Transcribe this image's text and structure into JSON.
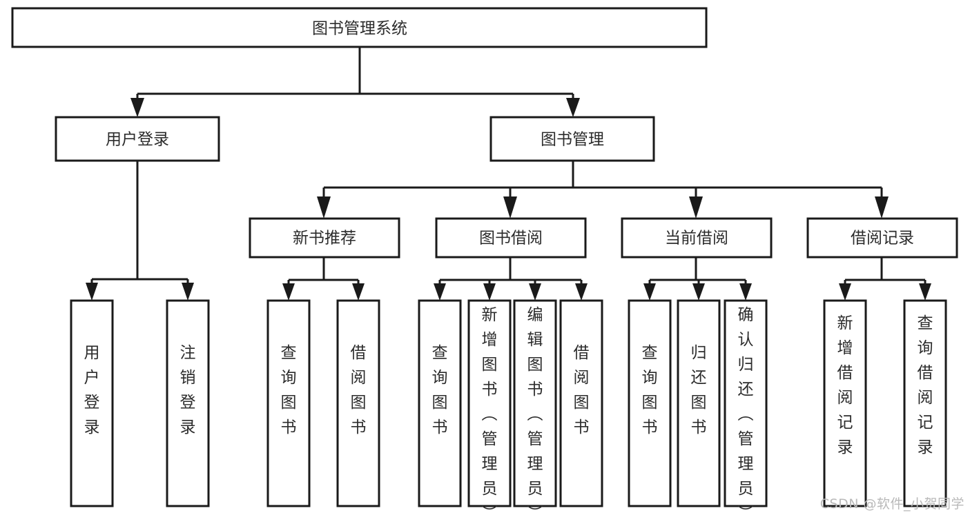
{
  "diagram": {
    "title": "图书管理系统",
    "type": "tree-hierarchy",
    "watermark": "CSDN @软件_小贺同学",
    "colors": {
      "stroke": "#1a1a1a",
      "fill": "#ffffff",
      "text": "#2b2b2b",
      "watermark": "#b9b9b9"
    },
    "levels": {
      "root": {
        "label": "图书管理系统"
      },
      "level2": [
        {
          "id": "user-login",
          "label": "用户登录"
        },
        {
          "id": "book-manage",
          "label": "图书管理"
        }
      ],
      "level3": [
        {
          "id": "new-book-rec",
          "label": "新书推荐",
          "parent": "book-manage"
        },
        {
          "id": "book-borrow",
          "label": "图书借阅",
          "parent": "book-manage"
        },
        {
          "id": "current-borrow",
          "label": "当前借阅",
          "parent": "book-manage"
        },
        {
          "id": "borrow-record",
          "label": "借阅记录",
          "parent": "book-manage"
        }
      ],
      "leaves": [
        {
          "id": "leaf-user-login",
          "label": "用户登录",
          "parent": "user-login"
        },
        {
          "id": "leaf-logout",
          "label": "注销登录",
          "parent": "user-login"
        },
        {
          "id": "leaf-query-book-1",
          "label": "查询图书",
          "parent": "new-book-rec"
        },
        {
          "id": "leaf-borrow-book-1",
          "label": "借阅图书",
          "parent": "new-book-rec"
        },
        {
          "id": "leaf-query-book-2",
          "label": "查询图书",
          "parent": "book-borrow"
        },
        {
          "id": "leaf-add-book",
          "label": "新增图书（管理员）",
          "parent": "book-borrow"
        },
        {
          "id": "leaf-edit-book",
          "label": "编辑图书（管理员）",
          "parent": "book-borrow"
        },
        {
          "id": "leaf-borrow-book-2",
          "label": "借阅图书",
          "parent": "book-borrow"
        },
        {
          "id": "leaf-query-book-3",
          "label": "查询图书",
          "parent": "current-borrow"
        },
        {
          "id": "leaf-return-book",
          "label": "归还图书",
          "parent": "current-borrow"
        },
        {
          "id": "leaf-confirm-return",
          "label": "确认归还（管理员）",
          "parent": "current-borrow"
        },
        {
          "id": "leaf-add-record",
          "label": "新增借阅记录",
          "parent": "borrow-record"
        },
        {
          "id": "leaf-query-record",
          "label": "查询借阅记录",
          "parent": "borrow-record"
        }
      ]
    }
  }
}
